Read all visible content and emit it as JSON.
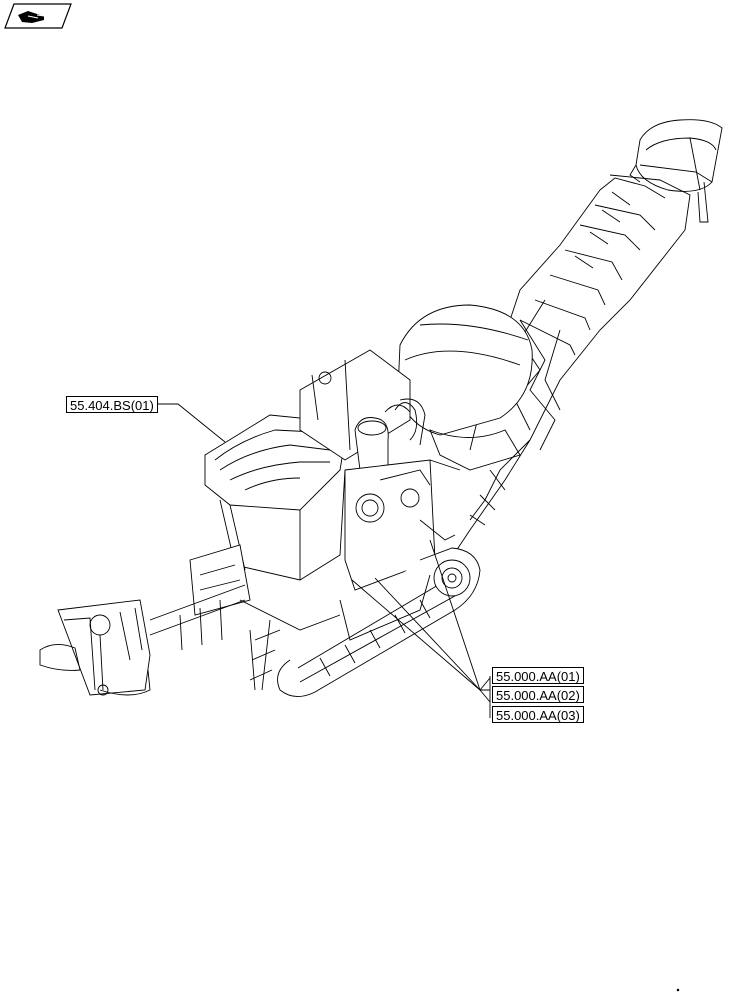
{
  "nav": {
    "icon": "page-back-icon"
  },
  "callouts": [
    {
      "id": "callout-1",
      "text": "55.404.BS(01)"
    },
    {
      "id": "callout-2",
      "text": "55.000.AA(01)"
    },
    {
      "id": "callout-3",
      "text": "55.000.AA(02)"
    },
    {
      "id": "callout-4",
      "text": "55.000.AA(03)"
    }
  ],
  "figure": {
    "subject": "sugarcane-harvester-assembly",
    "footer_mark": "."
  }
}
